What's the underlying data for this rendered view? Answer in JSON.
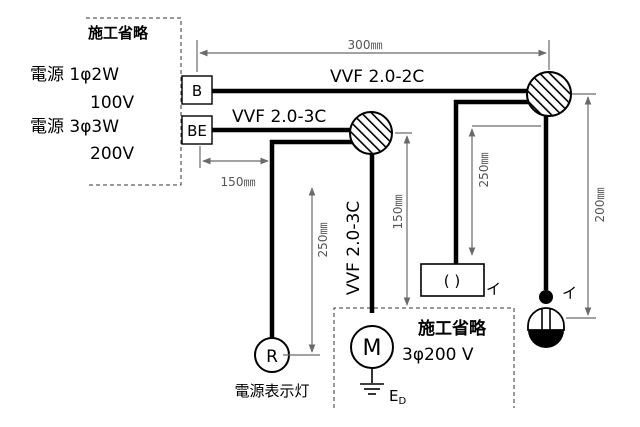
{
  "labels": {
    "omit_top": "施工省略",
    "omit_bottom": "施工省略",
    "supply1_a": "電源 1φ2W",
    "supply1_b": "100V",
    "supply2_a": "電源 3φ3W",
    "supply2_b": "200V",
    "breaker_b": "B",
    "breaker_be": "BE",
    "cable_2c": "VVF 2.0-2C",
    "cable_3c_h": "VVF 2.0-3C",
    "cable_3c_v": "VVF 2.0-3C",
    "dim_300": "300㎜",
    "dim_150_h": "150㎜",
    "dim_250_left": "250㎜",
    "dim_150_v": "150㎜",
    "dim_250_right": "250㎜",
    "dim_200": "200㎜",
    "lamp_r": "R",
    "lamp_r_caption": "電源表示灯",
    "motor_m": "M",
    "motor_spec": "3φ200 V",
    "ground": "E",
    "ground_sub": "D",
    "fixture_symbol": "( )",
    "tag_i_fixture": "イ",
    "tag_i_switch": "イ"
  },
  "colors": {
    "line": "#000000",
    "dimension": "#6a6a6a"
  },
  "icons": {
    "junction_box": "hatched-circle",
    "pilot_lamp": "circle-r",
    "motor": "circle-m",
    "ceiling_fixture": "rectangle-parentheses",
    "pull_switch": "pendant-switch",
    "earth": "ground-symbol"
  }
}
